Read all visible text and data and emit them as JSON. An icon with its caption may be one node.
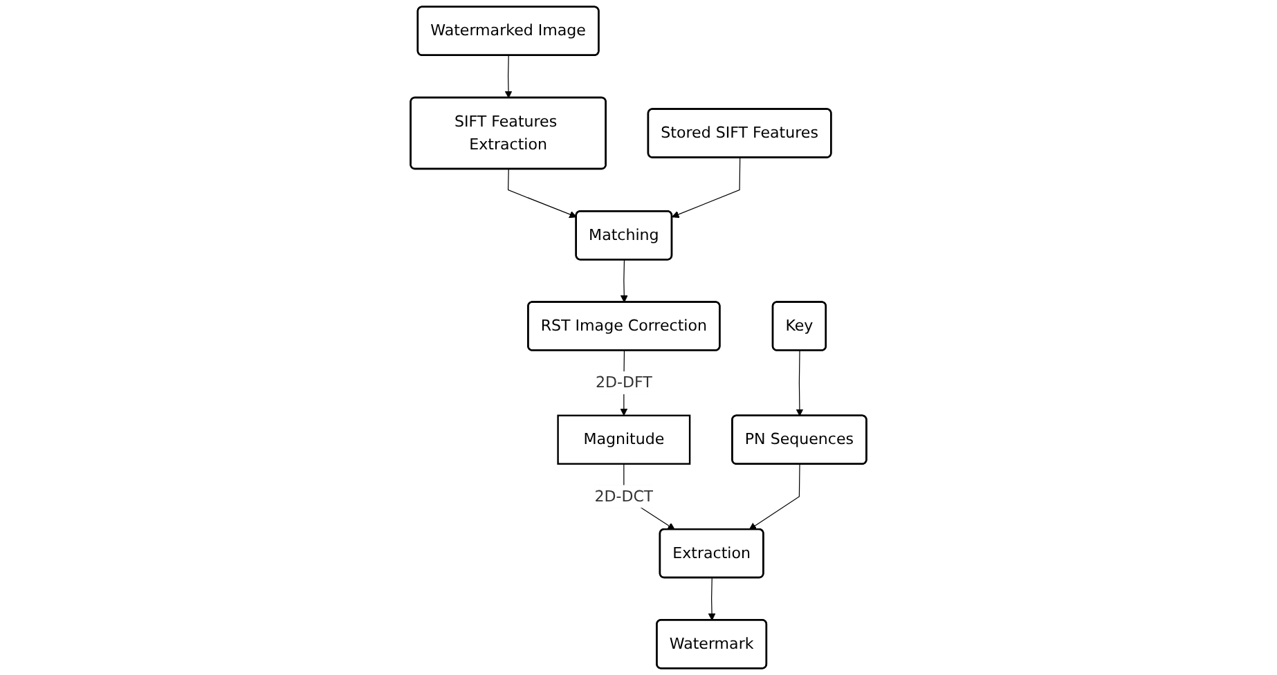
{
  "diagram": {
    "nodes": [
      {
        "text": [
          "SIFT Features Extraction"
        ]
      },
      {
        "text": [
          "Matching"
        ]
      },
      {
        "text": [
          "RST Image Correction"
        ]
      },
      {
        "text": [
          "Watermarked Image"
        ]
      },
      {
        "text": [
          "Stored SIFT Features"
        ]
      },
      {
        "text": [
          "Magnitude"
        ]
      },
      {
        "text": [
          "PN Sequences"
        ]
      },
      {
        "text": [
          "Extraction"
        ]
      },
      {
        "text": [
          "Key"
        ]
      },
      {
        "text": [
          "Watermark"
        ]
      }
    ],
    "edges": [
      {
        "from": 3,
        "to": 0,
        "arrow": "to"
      },
      {
        "from": 0,
        "to": 1,
        "arrow": "to"
      },
      {
        "from": 4,
        "to": 1,
        "arrow": "to"
      },
      {
        "from": 1,
        "to": 2,
        "arrow": "to"
      },
      {
        "from": 2,
        "to": 5,
        "label": "2D-DFT",
        "arrow": "to"
      },
      {
        "from": 5,
        "to": 7,
        "label": "2D-DCT",
        "arrow": "to"
      },
      {
        "from": 8,
        "to": 6,
        "arrow": "to"
      },
      {
        "from": 6,
        "to": 7,
        "arrow": "to"
      },
      {
        "from": 7,
        "to": 9,
        "arrow": "to"
      }
    ]
  }
}
